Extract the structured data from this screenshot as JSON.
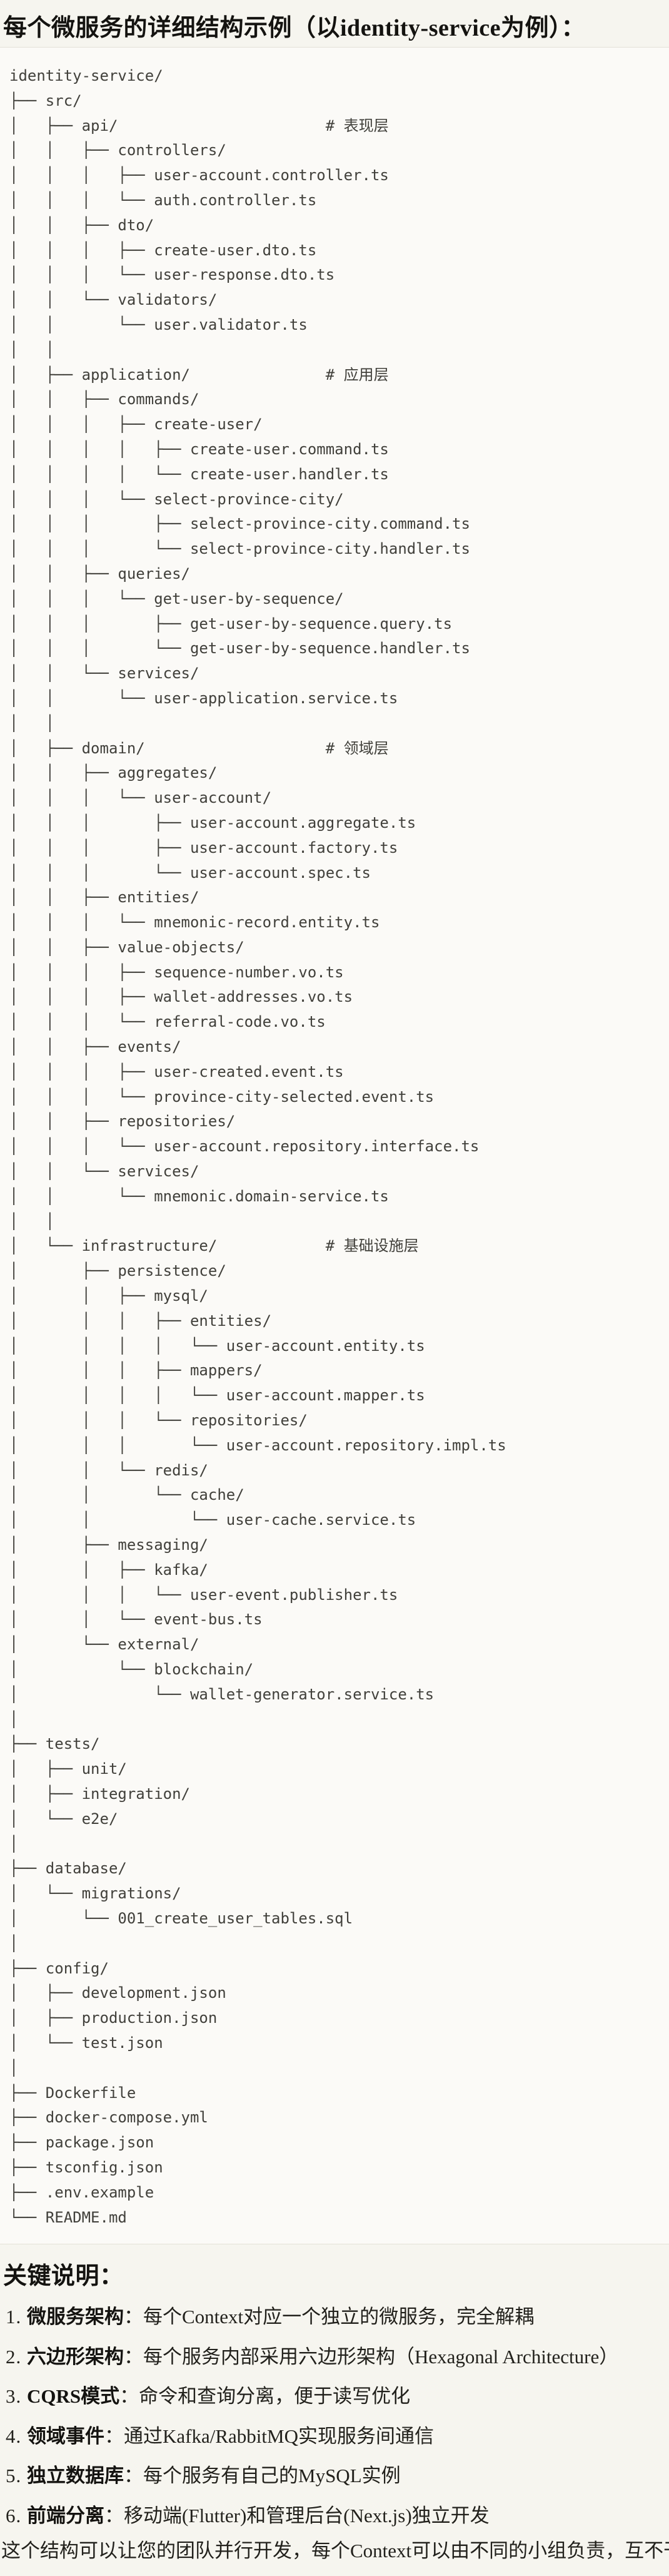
{
  "page": {
    "title": "每个微服务的详细结构示例（以identity-service为例）：",
    "colors": {
      "page_bg": "#f6f5ef",
      "code_bg": "#fbfaf7",
      "code_border": "#e4e1d8",
      "code_text": "#41403b",
      "heading_text": "#141310"
    }
  },
  "tree": {
    "lines": [
      "identity-service/",
      "├── src/",
      "│   ├── api/                       # 表现层",
      "│   │   ├── controllers/",
      "│   │   │   ├── user-account.controller.ts",
      "│   │   │   └── auth.controller.ts",
      "│   │   ├── dto/",
      "│   │   │   ├── create-user.dto.ts",
      "│   │   │   └── user-response.dto.ts",
      "│   │   └── validators/",
      "│   │       └── user.validator.ts",
      "│   │",
      "│   ├── application/               # 应用层",
      "│   │   ├── commands/",
      "│   │   │   ├── create-user/",
      "│   │   │   │   ├── create-user.command.ts",
      "│   │   │   │   └── create-user.handler.ts",
      "│   │   │   └── select-province-city/",
      "│   │   │       ├── select-province-city.command.ts",
      "│   │   │       └── select-province-city.handler.ts",
      "│   │   ├── queries/",
      "│   │   │   └── get-user-by-sequence/",
      "│   │   │       ├── get-user-by-sequence.query.ts",
      "│   │   │       └── get-user-by-sequence.handler.ts",
      "│   │   └── services/",
      "│   │       └── user-application.service.ts",
      "│   │",
      "│   ├── domain/                    # 领域层",
      "│   │   ├── aggregates/",
      "│   │   │   └── user-account/",
      "│   │   │       ├── user-account.aggregate.ts",
      "│   │   │       ├── user-account.factory.ts",
      "│   │   │       └── user-account.spec.ts",
      "│   │   ├── entities/",
      "│   │   │   └── mnemonic-record.entity.ts",
      "│   │   ├── value-objects/",
      "│   │   │   ├── sequence-number.vo.ts",
      "│   │   │   ├── wallet-addresses.vo.ts",
      "│   │   │   └── referral-code.vo.ts",
      "│   │   ├── events/",
      "│   │   │   ├── user-created.event.ts",
      "│   │   │   └── province-city-selected.event.ts",
      "│   │   ├── repositories/",
      "│   │   │   └── user-account.repository.interface.ts",
      "│   │   └── services/",
      "│   │       └── mnemonic.domain-service.ts",
      "│   │",
      "│   └── infrastructure/            # 基础设施层",
      "│       ├── persistence/",
      "│       │   ├── mysql/",
      "│       │   │   ├── entities/",
      "│       │   │   │   └── user-account.entity.ts",
      "│       │   │   ├── mappers/",
      "│       │   │   │   └── user-account.mapper.ts",
      "│       │   │   └── repositories/",
      "│       │   │       └── user-account.repository.impl.ts",
      "│       │   └── redis/",
      "│       │       └── cache/",
      "│       │           └── user-cache.service.ts",
      "│       ├── messaging/",
      "│       │   ├── kafka/",
      "│       │   │   └── user-event.publisher.ts",
      "│       │   └── event-bus.ts",
      "│       └── external/",
      "│           └── blockchain/",
      "│               └── wallet-generator.service.ts",
      "│",
      "├── tests/",
      "│   ├── unit/",
      "│   ├── integration/",
      "│   └── e2e/",
      "│",
      "├── database/",
      "│   └── migrations/",
      "│       └── 001_create_user_tables.sql",
      "│",
      "├── config/",
      "│   ├── development.json",
      "│   ├── production.json",
      "│   └── test.json",
      "│",
      "├── Dockerfile",
      "├── docker-compose.yml",
      "├── package.json",
      "├── tsconfig.json",
      "├── .env.example",
      "└── README.md"
    ]
  },
  "notes": {
    "heading": "关键说明：",
    "items": [
      {
        "num": "1. ",
        "label": "微服务架构",
        "text": "：每个Context对应一个独立的微服务，完全解耦"
      },
      {
        "num": "2. ",
        "label": "六边形架构",
        "text": "：每个服务内部采用六边形架构（Hexagonal Architecture）"
      },
      {
        "num": "3. ",
        "label": "CQRS模式",
        "text": "：命令和查询分离，便于读写优化"
      },
      {
        "num": "4. ",
        "label": "领域事件",
        "text": "：通过Kafka/RabbitMQ实现服务间通信"
      },
      {
        "num": "5. ",
        "label": "独立数据库",
        "text": "：每个服务有自己的MySQL实例"
      },
      {
        "num": "6. ",
        "label": "前端分离",
        "text": "：移动端(Flutter)和管理后台(Next.js)独立开发"
      }
    ],
    "footer": "这个结构可以让您的团队并行开发，每个Context可以由不同的小组负责，互不干扰。"
  }
}
